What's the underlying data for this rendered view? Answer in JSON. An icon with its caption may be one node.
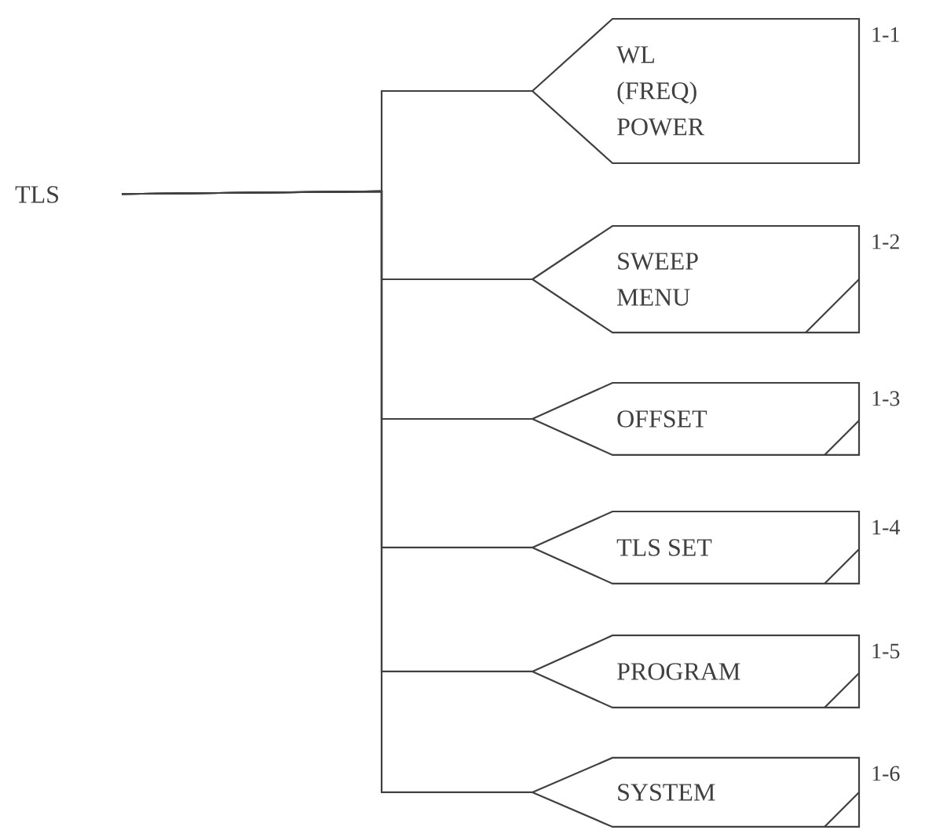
{
  "diagram": {
    "nodes": [
      {
        "text": [
          "TLS"
        ]
      },
      {
        "text": [
          "WL (FREQ) POWER"
        ],
        "beside": [
          "1-1"
        ]
      },
      {
        "text": [
          "SWEEP MENU"
        ],
        "beside": [
          "1-2"
        ]
      },
      {
        "text": [
          "OFFSET"
        ],
        "beside": [
          "1-3"
        ]
      },
      {
        "text": [
          "TLS SET"
        ],
        "beside": [
          "1-4"
        ]
      },
      {
        "text": [
          "PROGRAM"
        ],
        "beside": [
          "1-5"
        ]
      },
      {
        "text": [
          "SYSTEM"
        ],
        "beside": [
          "1-6"
        ]
      }
    ],
    "edges": [
      {
        "from": 0,
        "to": 1,
        "arrow": "none"
      },
      {
        "from": 0,
        "to": 2,
        "arrow": "none"
      },
      {
        "from": 0,
        "to": 3,
        "arrow": "none"
      },
      {
        "from": 0,
        "to": 4,
        "arrow": "none"
      },
      {
        "from": 0,
        "to": 5,
        "arrow": "none"
      },
      {
        "from": 0,
        "to": 6,
        "arrow": "none"
      }
    ]
  }
}
